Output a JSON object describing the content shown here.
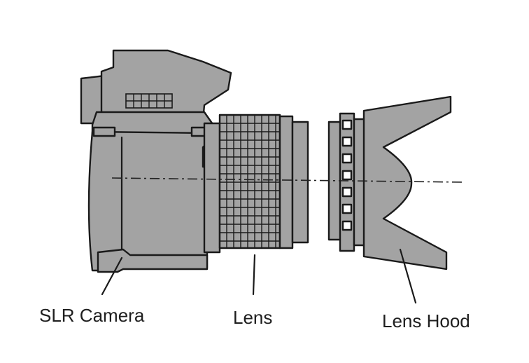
{
  "colors": {
    "part_fill": "#a3a3a3",
    "outline": "#1a1a1a"
  },
  "labels": {
    "camera": "SLR Camera",
    "lens": "Lens",
    "hood": "Lens Hood"
  }
}
